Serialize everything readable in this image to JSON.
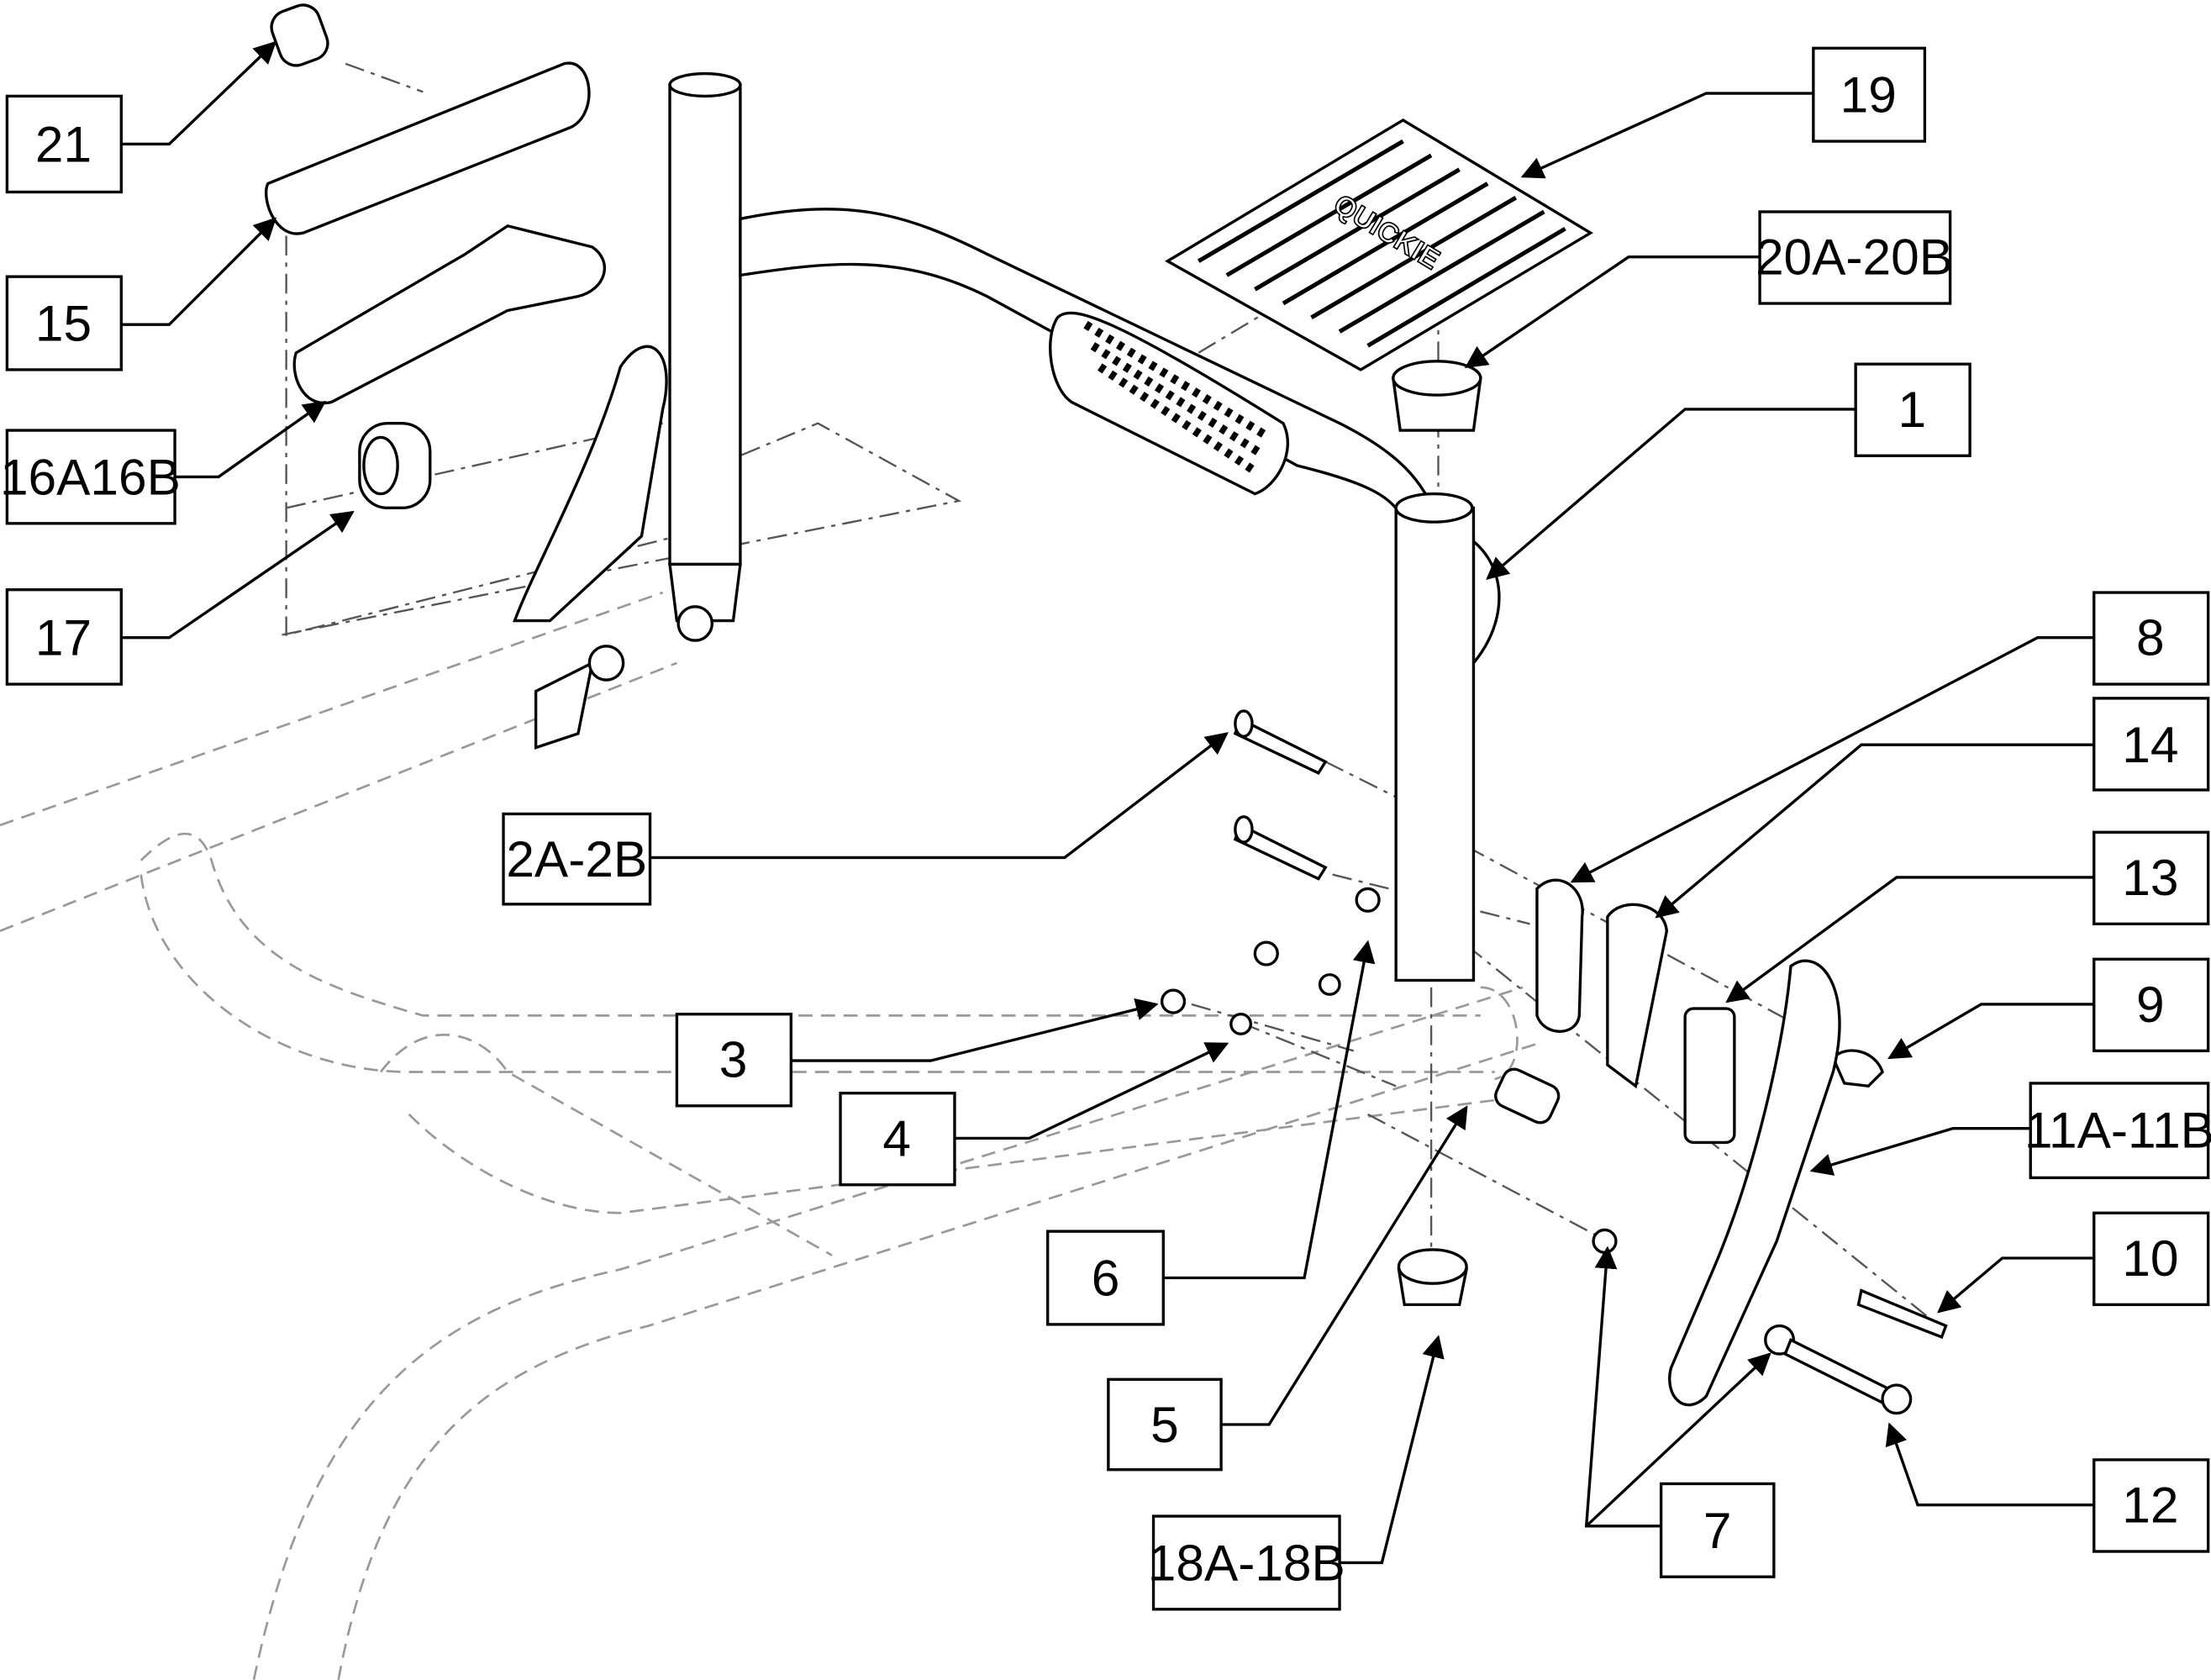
{
  "diagram": {
    "type": "exploded parts diagram",
    "logo_text": "QUICKIE",
    "callouts": [
      {
        "id": "c21",
        "label": "21"
      },
      {
        "id": "c15",
        "label": "15"
      },
      {
        "id": "c16",
        "label": "16A16B"
      },
      {
        "id": "c17",
        "label": "17"
      },
      {
        "id": "c19",
        "label": "19"
      },
      {
        "id": "c20",
        "label": "20A-20B"
      },
      {
        "id": "c1",
        "label": "1"
      },
      {
        "id": "c8",
        "label": "8"
      },
      {
        "id": "c14",
        "label": "14"
      },
      {
        "id": "c13",
        "label": "13"
      },
      {
        "id": "c9",
        "label": "9"
      },
      {
        "id": "c11",
        "label": "11A-11B"
      },
      {
        "id": "c10",
        "label": "10"
      },
      {
        "id": "c12",
        "label": "12"
      },
      {
        "id": "c7",
        "label": "7"
      },
      {
        "id": "c18",
        "label": "18A-18B"
      },
      {
        "id": "c5",
        "label": "5"
      },
      {
        "id": "c6",
        "label": "6"
      },
      {
        "id": "c4",
        "label": "4"
      },
      {
        "id": "c3",
        "label": "3"
      },
      {
        "id": "c2",
        "label": "2A-2B"
      }
    ]
  }
}
